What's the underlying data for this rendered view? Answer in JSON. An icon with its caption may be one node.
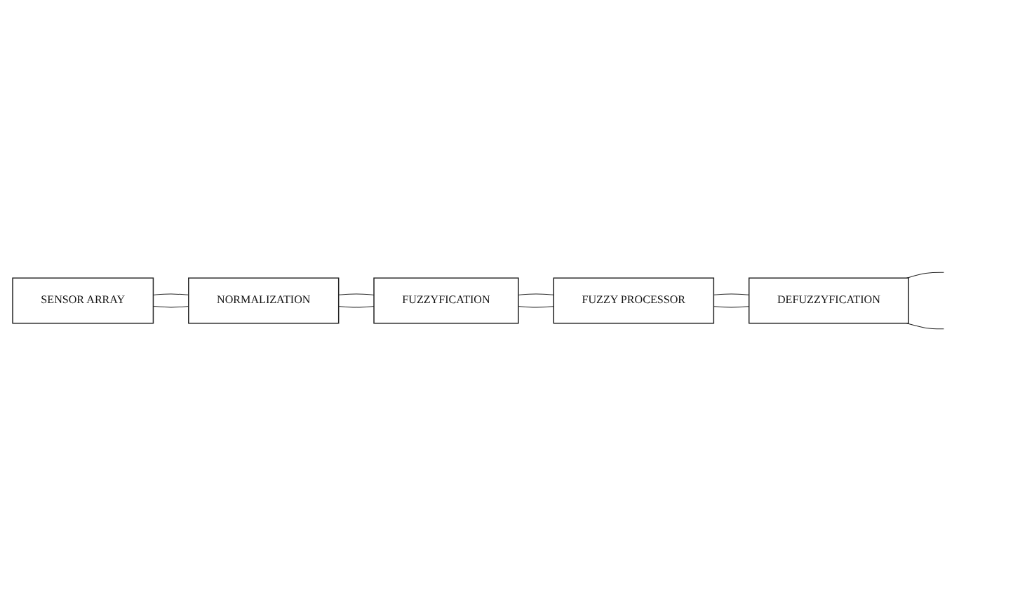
{
  "diagram": {
    "nodes": [
      {
        "text": [
          "SENSOR ARRAY"
        ]
      },
      {
        "text": [
          "NORMALIZATION"
        ]
      },
      {
        "text": [
          "FUZZYFICATION"
        ]
      },
      {
        "text": [
          "FUZZY PROCESSOR"
        ]
      },
      {
        "text": [
          "DEFUZZYFICATION"
        ]
      }
    ],
    "edges": [
      {
        "from": 0,
        "to": 1,
        "arrow": "none"
      },
      {
        "from": 0,
        "to": 1,
        "arrow": "none"
      },
      {
        "from": 1,
        "to": 2,
        "arrow": "none"
      },
      {
        "from": 1,
        "to": 2,
        "arrow": "none"
      },
      {
        "from": 2,
        "to": 3,
        "arrow": "none"
      },
      {
        "from": 2,
        "to": 3,
        "arrow": "none"
      },
      {
        "from": 3,
        "to": 4,
        "arrow": "none"
      },
      {
        "from": 3,
        "to": 4,
        "arrow": "none"
      },
      {
        "from": 4,
        "to": null,
        "arrow": "none"
      },
      {
        "from": 4,
        "to": null,
        "arrow": "none"
      }
    ]
  }
}
